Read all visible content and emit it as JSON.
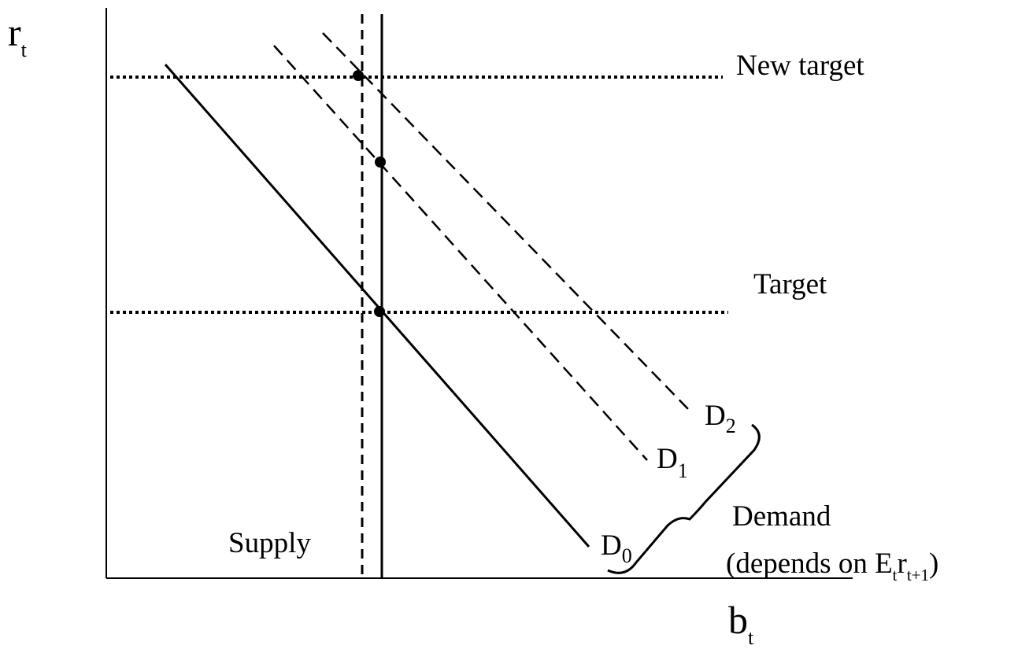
{
  "axes": {
    "y_label": "r",
    "y_label_sub": "t",
    "x_label": "b",
    "x_label_sub": "t"
  },
  "levels": {
    "new_target": "New target",
    "target": "Target"
  },
  "curves": {
    "d0": {
      "letter": "D",
      "sub": "0"
    },
    "d1": {
      "letter": "D",
      "sub": "1"
    },
    "d2": {
      "letter": "D",
      "sub": "2"
    }
  },
  "supply_label": "Supply",
  "demand": {
    "line1": "Demand",
    "line2_prefix": "(depends on E",
    "line2_sub1": "t",
    "line2_mid": "r",
    "line2_sub2": "t+1",
    "line2_suffix": ")"
  }
}
